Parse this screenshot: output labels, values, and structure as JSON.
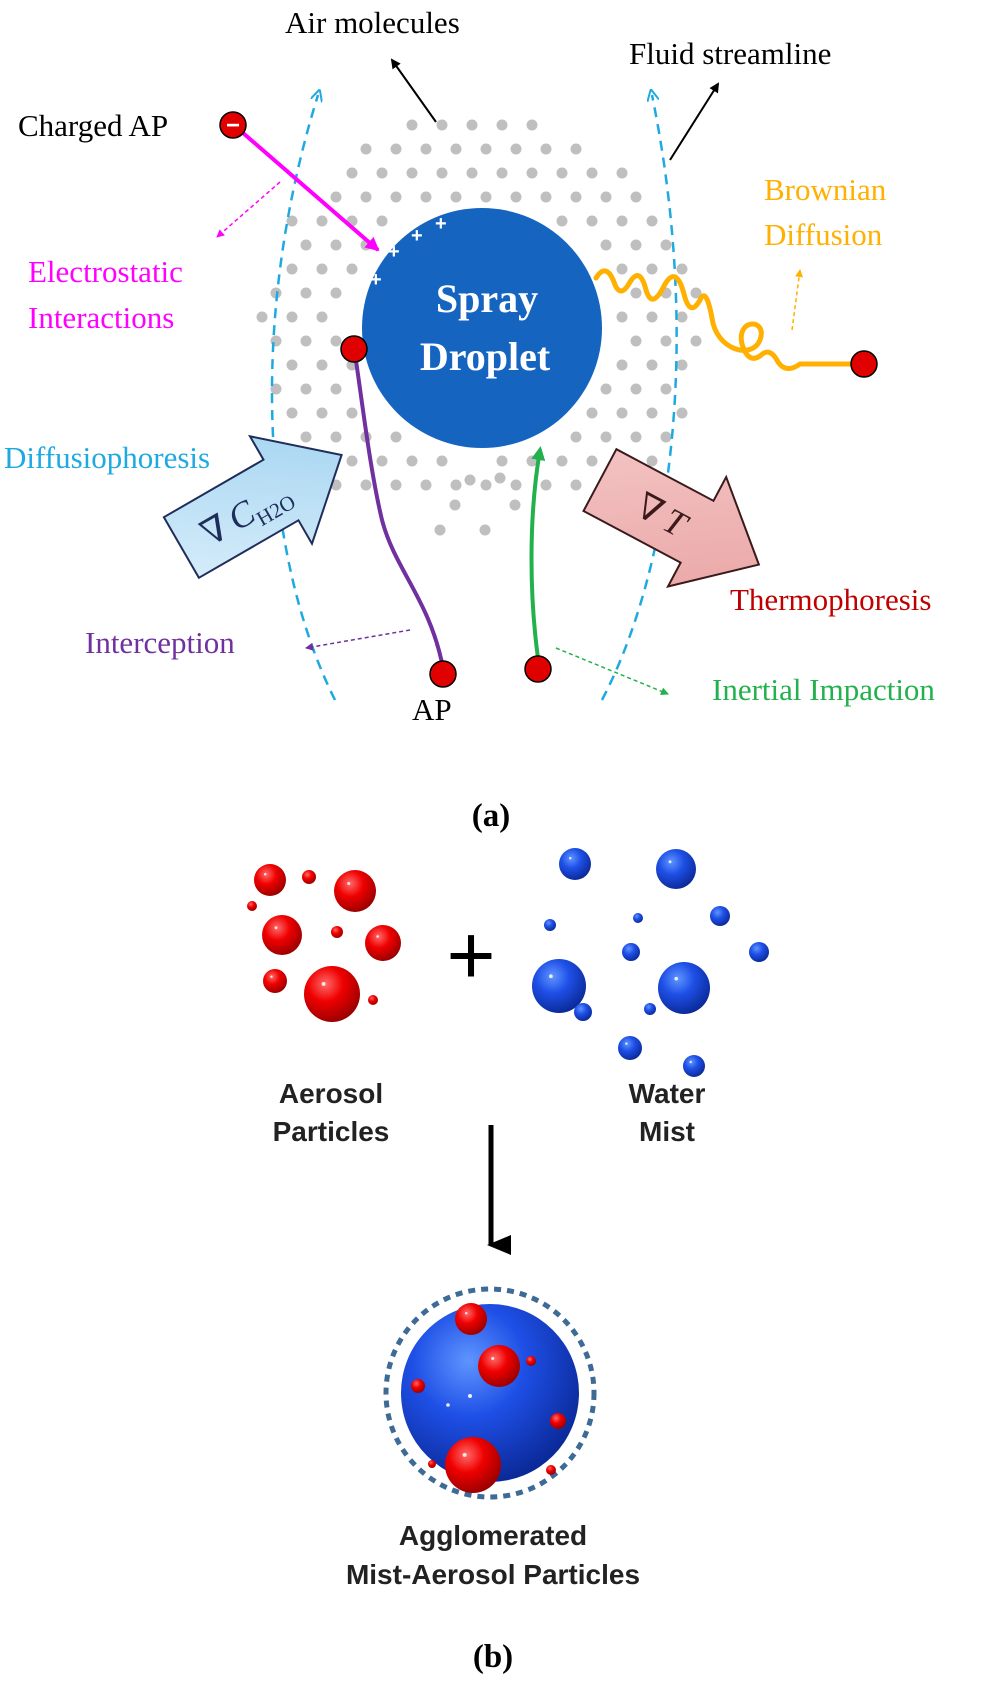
{
  "panel_a": {
    "caption": "(a)",
    "labels": {
      "air_molecules": "Air molecules",
      "fluid_streamline": "Fluid streamline",
      "charged_ap": "Charged AP",
      "electrostatic_line1": "Electrostatic",
      "electrostatic_line2": "Interactions",
      "brownian_line1": "Brownian",
      "brownian_line2": "Diffusion",
      "droplet_line1": "Spray",
      "droplet_line2": "Droplet",
      "diffusiophoresis": "Diffusiophoresis",
      "thermophoresis": "Thermophoresis",
      "interception": "Interception",
      "inertial_impaction": "Inertial Impaction",
      "ap": "AP",
      "nabla": "∇",
      "c_symbol": "C",
      "c_subscript": "H2O",
      "t_symbol": "T",
      "charge_plus": "+",
      "charge_minus": "−"
    },
    "colors": {
      "droplet": "#1565c0",
      "magenta": "#ff00ff",
      "orange": "#ffb000",
      "purple": "#7030a0",
      "green": "#22b14c",
      "cyan": "#1fa9e1",
      "red": "#e00000",
      "thermo_red": "#c00000",
      "molecule": "#bfbfbf"
    }
  },
  "panel_b": {
    "caption": "(b)",
    "aerosol_line1": "Aerosol",
    "aerosol_line2": "Particles",
    "water_line1": "Water",
    "water_line2": "Mist",
    "plus": "+",
    "result_line1": "Agglomerated",
    "result_line2": "Mist-Aerosol Particles"
  }
}
